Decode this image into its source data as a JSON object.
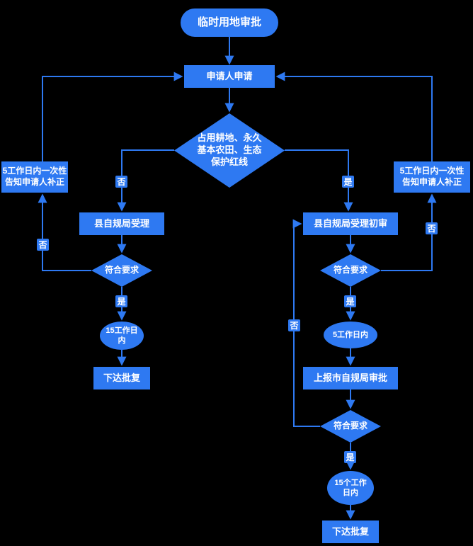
{
  "title": "临时用地审批",
  "colors": {
    "background": "#000000",
    "node_fill": "#2E79F2",
    "connector": "#2E79F2",
    "text": "#FFFFFF"
  },
  "nodes": {
    "start": "临时用地审批",
    "apply": "申请人申请",
    "main_decision": "占用耕地、永久\n基本农田、生态\n保护红线",
    "left_correction": "5工作日内一次性\n告知申请人补正",
    "right_correction": "5工作日内一次性\n告知申请人补正",
    "left_accept": "县自规局受理",
    "left_check": "符合要求",
    "left_duration": "15工作日\n内",
    "left_issue": "下达批复",
    "right_accept": "县自规局受理初审",
    "right_check1": "符合要求",
    "right_duration1": "5工作日内",
    "report_city": "上报市自规局审批",
    "right_check2": "符合要求",
    "right_duration2": "15个工作\n日内",
    "right_issue": "下达批复"
  },
  "edge_labels": {
    "no_main": "否",
    "yes_main": "是",
    "no_left": "否",
    "yes_left": "是",
    "no_right1": "否",
    "yes_right1": "是",
    "no_right2": "否",
    "yes_right2": "是"
  }
}
